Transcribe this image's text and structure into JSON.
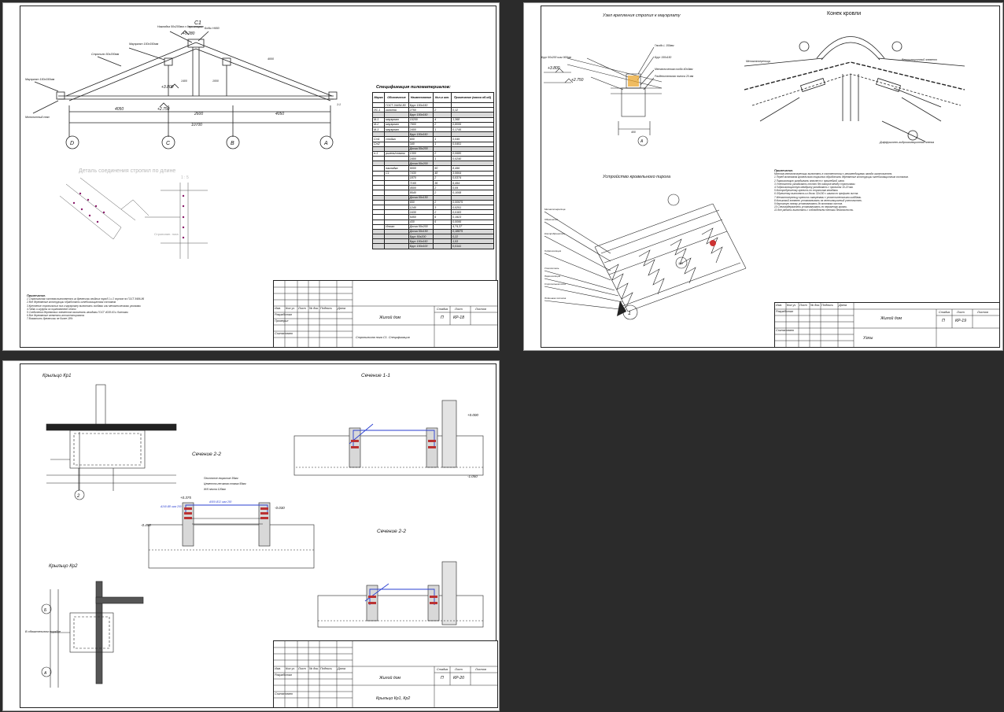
{
  "colors": {
    "background": "#2b2b2b",
    "sheet": "#ffffff",
    "line": "#222222",
    "accent": "#2a3fd0"
  },
  "sheet1": {
    "callout": "С1",
    "labels": {
      "nakladka": "Накладка 50х200мм с двух сторон",
      "boba": "Бобы Н650",
      "nagel": "Мауэрлат 150х150мм",
      "stropilo": "Стропило 50х200мм",
      "mauerlat_left": "Мауэрлат 150х150мм",
      "mont_poyas": "Монолитный пояс",
      "slope": "4000",
      "pitch": "1:1"
    },
    "levels": {
      "top": "+5.280",
      "mid": "+3.800",
      "low": "+2.750"
    },
    "dims": [
      "4050",
      "2600",
      "4050"
    ],
    "total": "10700",
    "small_dims": [
      "1400",
      "1000"
    ],
    "axes": [
      "D",
      "C",
      "B",
      "A"
    ],
    "detail_title": "Деталь соединения стропил по длине",
    "detail_scale": "1 : 5",
    "detail_note": "Стропилин. нога",
    "spec": {
      "title": "Спецификация пиломатериалов:",
      "headers": [
        "Марка",
        "Обозначение",
        "Наименование",
        "Кол-в шт.",
        "Примечание (масса об.м3)"
      ],
      "rows": [
        [
          "",
          "ГОСТ 24454-80",
          "Брус 150х150",
          "",
          ""
        ],
        [
          "ЛС-1",
          "колонна",
          "2750",
          "2",
          "0,12"
        ],
        [
          "",
          "",
          "Брус 150х150",
          "",
          ""
        ],
        [
          "М-1",
          "мауэрлат",
          "10200",
          "4",
          "1,368"
        ],
        [
          "М-2",
          "мауэрлат",
          "7900",
          "2",
          "0,8055"
        ],
        [
          "М-3",
          "мауэрлат",
          "2400",
          "1",
          "0,1745"
        ],
        [
          "",
          "",
          "Брус 150х150",
          "",
          ""
        ],
        [
          "Ст1",
          "стойка",
          "600",
          "1",
          "0,049"
        ],
        [
          "Ст2",
          "",
          "340",
          "1",
          "0,0451"
        ],
        [
          "",
          "",
          "Доска 50х200",
          "",
          ""
        ],
        [
          "п-1",
          "ригель/схватк",
          "1300",
          "2",
          "0,0680"
        ],
        [
          "",
          "",
          "2400",
          "1",
          "0,0240"
        ],
        [
          "",
          "",
          "Доска 50х200",
          "",
          ""
        ],
        [
          "",
          "накладка",
          "9000",
          "50",
          "8,496"
        ],
        [
          "",
          "С1",
          "7430",
          "48",
          "3,5664"
        ],
        [
          "",
          "",
          "1870",
          "2",
          "0,0374"
        ],
        [
          "",
          "",
          "7165",
          "36",
          "6,494"
        ],
        [
          "",
          "",
          "4500",
          "2",
          "0,09"
        ],
        [
          "",
          "",
          "8540",
          "2",
          "0,1008"
        ],
        [
          "",
          "",
          "Доска 50х150",
          "",
          ""
        ],
        [
          "",
          "",
          "650",
          "2",
          "0,00975"
        ],
        [
          "",
          "",
          "1240",
          "3",
          "0,0251"
        ],
        [
          "",
          "",
          "2430",
          "2",
          "0,0183"
        ],
        [
          "",
          "",
          "5450",
          "6",
          "0,1923"
        ],
        [
          "",
          "",
          "430",
          "6",
          "0,0095"
        ],
        [
          "",
          "Итого",
          "Доска 50х200",
          "",
          "4,74,37"
        ],
        [
          "",
          "",
          "Доска 50х150",
          "",
          "0,18875"
        ],
        [
          "",
          "",
          "Брус 50х200",
          "",
          "0,22"
        ],
        [
          "",
          "",
          "Брус 150х150",
          "",
          "1,53"
        ],
        [
          "",
          "",
          "Брус 150х100",
          "",
          "0,0141"
        ]
      ]
    },
    "notes_title": "Примечание.",
    "notes": [
      "1 Стропильная система выполняется из древесины хвойных пород 1 и 2 сортов по ГОСТ 8486-86",
      "2 Все деревянные конструкции обработать огнебиозащитным составом",
      "3 Крепление стропильных ног к мауэрлату выполнить скобами или металлическими уголками",
      "4 Гайки и шурупы из оцинкованной стали",
      "5 Соединения деревянных элементов выполнять гвоздями ГОСТ 4028-63 и болтами",
      "6 Все деревянные элементы антисептировать",
      "7 Влажность древесины не более 18%"
    ],
    "stamp": {
      "header": [
        "Изм.",
        "Кол.уч",
        "Лист",
        "№ док.",
        "Подпись",
        "Дата"
      ],
      "row_labels": [
        "Разработал",
        "Проверил",
        "Согласовано"
      ],
      "project": "Жилой дом",
      "stage_headers": [
        "Стадия",
        "Лист",
        "Листов"
      ],
      "stage": "П",
      "sheet": "КР-18",
      "title": "Стропильная нога С1. Спецификация"
    }
  },
  "sheet2": {
    "title_left": "Узел крепления стропил к мауэрлату",
    "title_right": "Конек кровли",
    "title_roof": "Устройство кровельного пирога",
    "levels": {
      "a": "+3.800",
      "b": "+2.750"
    },
    "labels_left": [
      "Брус 50х200 шаг 900мм",
      "Гвоздь L 150мм",
      "Брус 150х150",
      "Металлическая скоба 40х4мм",
      "Разделительная полоса 20 мм"
    ],
    "label_dim": "400",
    "axis": "A",
    "labels_ridge": [
      "Металлочерепица",
      "Вентиляционный элемент",
      "Диффузионно-гидроизоляционная пленка"
    ],
    "labels_roof": [
      "Металлочерепица",
      "Обрешетка",
      "Контробрешетка",
      "Гидроизоляция",
      "Утеплитель",
      "Пароизоляция",
      "Стропильная нога",
      "Подшивка потолка"
    ],
    "roof_dim": "100",
    "callout": "1",
    "notes_title": "Примечание.",
    "notes": [
      "Монтаж металлочерепицы выполнять в соответствии с рекомендациями завода изготовителя.",
      "1 Перед монтажом кровельного покрытия обработать деревянные конструкции огнебиозащитным составом.",
      "2 Пароизоляцию укладывать внахлест с проклейкой швов.",
      "3 Утеплитель укладывать плотно без зазоров между стропилами.",
      "4 Гидроизоляционную мембрану укладывать с провисом 10-20 мм.",
      "5 Контробрешетку крепить по стропилам гвоздями.",
      "6 Обрешетку выполнять из доски 32х100 с шагом по профилю листа.",
      "7 Металлочерепицу крепить саморезами с уплотнительными шайбами.",
      "8 Коньковый элемент устанавливать на вентиляционный уплотнитель.",
      "9 Карнизную планку устанавливать до монтажа листов.",
      "10 Снегозадержатели устанавливать по периметру кровли.",
      "11 Все работы выполнять с соблюдением техники безопасности."
    ],
    "stamp": {
      "header": [
        "Изм.",
        "Кол.уч",
        "Лист",
        "№ док.",
        "Подпись",
        "Дата"
      ],
      "row_labels": [
        "Разработал",
        "Согласовано"
      ],
      "project": "Жилой дом",
      "stage_headers": [
        "Стадия",
        "Лист",
        "Листов"
      ],
      "stage": "П",
      "sheet": "КР-19",
      "title": "Узлы"
    }
  },
  "sheet3": {
    "title_kr1": "Крыльцо Кр1",
    "title_kr2": "Крыльцо Кр2",
    "title_s11": "Сечение 1-1",
    "title_s22a": "Сечение 2-2",
    "title_s22b": "Сечение 2-2",
    "callout": "2",
    "axes": [
      "Б",
      "А"
    ],
    "levels": [
      "+0.375",
      "+0.000",
      "-0.450",
      "-0.030",
      "-1.050"
    ],
    "layers": [
      "Плиточное покрытие 30мм",
      "Цементно-песчаная стяжка 50мм",
      "Ж/б плита 120мм"
    ],
    "rebar": [
      "А500 Ø12 шаг 200",
      "А240 Ø8 шаг 200"
    ],
    "label_vlaznost": "В обязательном порядке",
    "stamp": {
      "header": [
        "Изм.",
        "Кол.уч",
        "Лист",
        "№ док.",
        "Подпись",
        "Дата"
      ],
      "row_labels": [
        "Разработал",
        "Согласовано"
      ],
      "project": "Жилой дом",
      "stage_headers": [
        "Стадия",
        "Лист",
        "Листов"
      ],
      "stage": "П",
      "sheet": "КР-20",
      "title": "Крыльцо Кр1, Кр2"
    }
  }
}
